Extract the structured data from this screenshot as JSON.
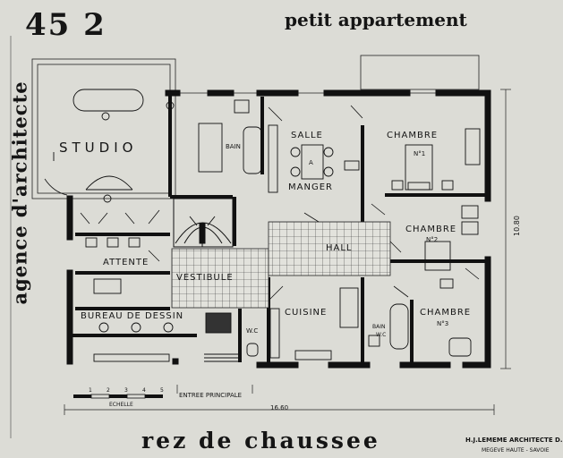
{
  "sheet": {
    "number": "45 2",
    "title": "petit appartement",
    "side_title": "agence d'architecte",
    "bottom_title": "rez de chaussee",
    "credit_line1": "H.J.LEMEME ARCHITECTE D.P.L.G.",
    "credit_line2": "MEGEVE HAUTE - SAVOIE"
  },
  "rooms": {
    "studio": "STUDIO",
    "bain_top": "BAIN",
    "salle": "SALLE",
    "a": "A",
    "manger": "MANGER",
    "chambre1": "CHAMBRE",
    "chambre1_num": "N°1",
    "attente": "ATTENTE",
    "vestibule": "VESTIBULE",
    "hall": "HALL",
    "chambre2": "CHAMBRE",
    "chambre2_num": "N°2",
    "bureau": "BUREAU DE DESSIN",
    "cuisine": "CUISINE",
    "wc_left": "W.C",
    "bain_wc_1": "BAIN",
    "bain_wc_2": "W.C",
    "chambre3": "CHAMBRE",
    "chambre3_num": "N°3",
    "entree": "ENTREE PRINCIPALE"
  },
  "dimensions": {
    "width": "16.60",
    "depth": "10.80"
  },
  "scale": {
    "label": "ECHELLE",
    "ticks": [
      "1",
      "2",
      "3",
      "4",
      "5"
    ]
  }
}
